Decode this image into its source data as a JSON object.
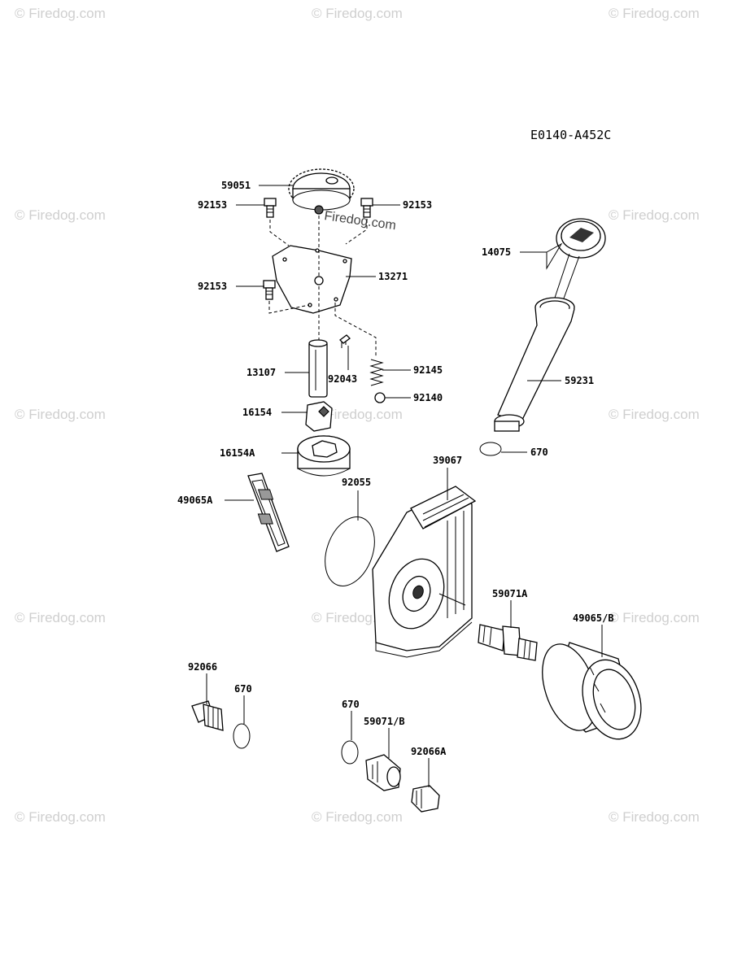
{
  "diagram_code": "E0140-A452C",
  "watermark": "© Firedog.com",
  "watermark_center": "Firedog.com",
  "callouts": [
    {
      "id": "c59051",
      "label": "59051"
    },
    {
      "id": "c92153a",
      "label": "92153"
    },
    {
      "id": "c92153b",
      "label": "92153"
    },
    {
      "id": "c92153c",
      "label": "92153"
    },
    {
      "id": "c13271",
      "label": "13271"
    },
    {
      "id": "c14075",
      "label": "14075"
    },
    {
      "id": "c13107",
      "label": "13107"
    },
    {
      "id": "c92043",
      "label": "92043"
    },
    {
      "id": "c92145",
      "label": "92145"
    },
    {
      "id": "c92140",
      "label": "92140"
    },
    {
      "id": "c59231",
      "label": "59231"
    },
    {
      "id": "c16154",
      "label": "16154"
    },
    {
      "id": "c16154A",
      "label": "16154A"
    },
    {
      "id": "c670a",
      "label": "670"
    },
    {
      "id": "c39067",
      "label": "39067"
    },
    {
      "id": "c92055",
      "label": "92055"
    },
    {
      "id": "c49065A",
      "label": "49065A"
    },
    {
      "id": "c59071A",
      "label": "59071A"
    },
    {
      "id": "c49065B",
      "label": "49065/B"
    },
    {
      "id": "c92066",
      "label": "92066"
    },
    {
      "id": "c670b",
      "label": "670"
    },
    {
      "id": "c670c",
      "label": "670"
    },
    {
      "id": "c59071B",
      "label": "59071/B"
    },
    {
      "id": "c92066A",
      "label": "92066A"
    }
  ]
}
